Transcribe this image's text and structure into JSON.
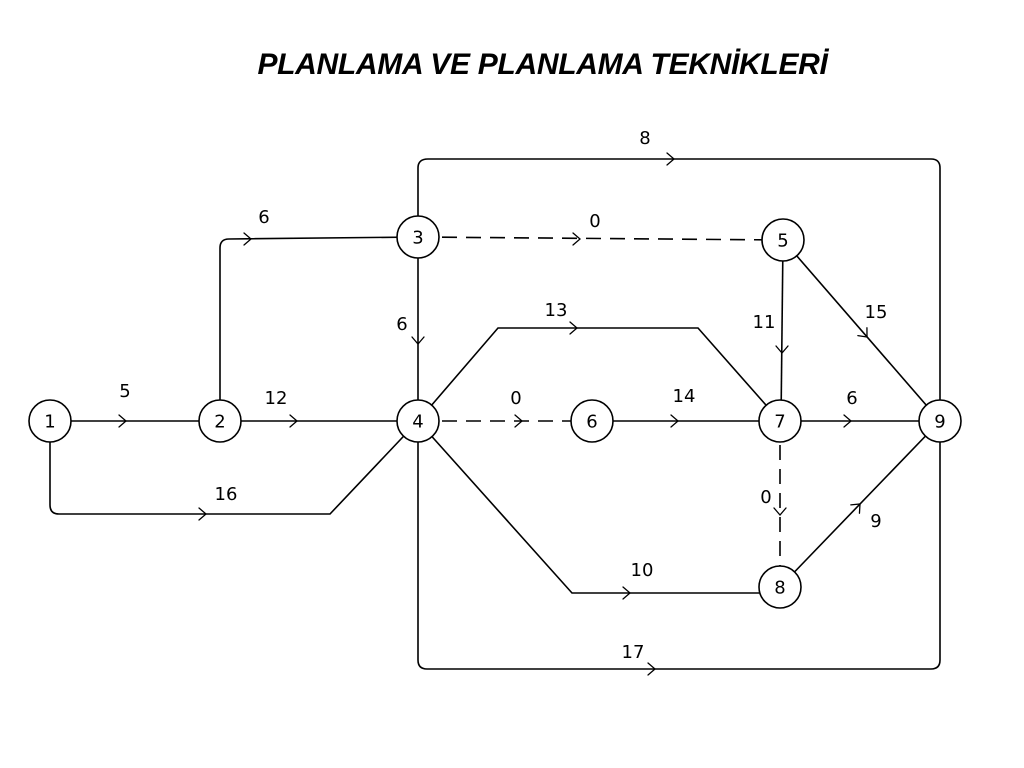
{
  "title": "PLANLAMA VE PLANLAMA TEKNİKLERİ",
  "nodes": [
    {
      "id": "1",
      "label": "1"
    },
    {
      "id": "2",
      "label": "2"
    },
    {
      "id": "3",
      "label": "3"
    },
    {
      "id": "4",
      "label": "4"
    },
    {
      "id": "5",
      "label": "5"
    },
    {
      "id": "6",
      "label": "6"
    },
    {
      "id": "7",
      "label": "7"
    },
    {
      "id": "8",
      "label": "8"
    },
    {
      "id": "9",
      "label": "9"
    }
  ],
  "edges": [
    {
      "id": "1-2",
      "from": "1",
      "to": "2",
      "label": "5",
      "dummy": false
    },
    {
      "id": "1-4",
      "from": "1",
      "to": "4",
      "label": "16",
      "dummy": false
    },
    {
      "id": "2-3",
      "from": "2",
      "to": "3",
      "label": "6",
      "dummy": false
    },
    {
      "id": "2-4",
      "from": "2",
      "to": "4",
      "label": "12",
      "dummy": false
    },
    {
      "id": "3-4",
      "from": "3",
      "to": "4",
      "label": "6",
      "dummy": false
    },
    {
      "id": "3-5",
      "from": "3",
      "to": "5",
      "label": "0",
      "dummy": true
    },
    {
      "id": "3-9",
      "from": "3",
      "to": "9",
      "label": "8",
      "dummy": false
    },
    {
      "id": "4-6",
      "from": "4",
      "to": "6",
      "label": "0",
      "dummy": true
    },
    {
      "id": "4-7",
      "from": "4",
      "to": "7",
      "label": "13",
      "dummy": false
    },
    {
      "id": "4-8",
      "from": "4",
      "to": "8",
      "label": "10",
      "dummy": false
    },
    {
      "id": "4-9",
      "from": "4",
      "to": "9",
      "label": "17",
      "dummy": false
    },
    {
      "id": "5-7",
      "from": "5",
      "to": "7",
      "label": "11",
      "dummy": false
    },
    {
      "id": "5-9",
      "from": "5",
      "to": "9",
      "label": "15",
      "dummy": false
    },
    {
      "id": "6-7",
      "from": "6",
      "to": "7",
      "label": "14",
      "dummy": false
    },
    {
      "id": "7-8",
      "from": "7",
      "to": "8",
      "label": "0",
      "dummy": true
    },
    {
      "id": "7-9",
      "from": "7",
      "to": "9",
      "label": "6",
      "dummy": false
    },
    {
      "id": "8-9",
      "from": "8",
      "to": "9",
      "label": "9",
      "dummy": false
    }
  ]
}
